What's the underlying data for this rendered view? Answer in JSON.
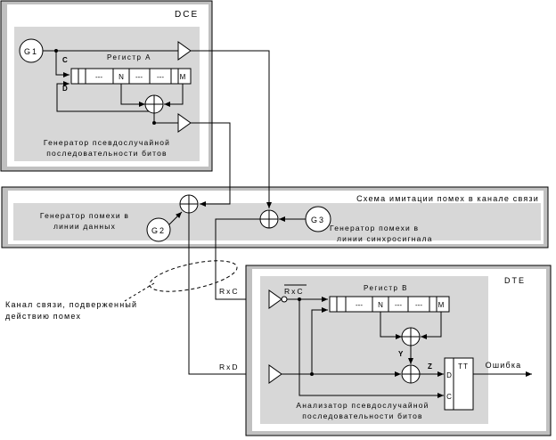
{
  "dce": {
    "title": "DCE",
    "g1": "G1",
    "register_label": "Регистр A",
    "input_c": "C",
    "input_d": "D",
    "cells": [
      "---",
      "N",
      "---",
      "---",
      "M"
    ],
    "caption_line1": "Генератор псевдослучайной",
    "caption_line2": "последовательности битов"
  },
  "channel": {
    "title": "Схема имитации помех в канале связи",
    "g2": "G2",
    "g3": "G3",
    "data_noise_line1": "Генератор помехи в",
    "data_noise_line2": "линии данных",
    "sync_noise_line1": "Генератор помехи в",
    "sync_noise_line2": "линии синхросигнала"
  },
  "link": {
    "caption_line1": "Канал связи, подверженный",
    "caption_line2": "действию помех"
  },
  "dte": {
    "title": "DTE",
    "rxc": "RxC",
    "rxc_inv": "RxC",
    "rxd": "RxD",
    "register_label": "Регистр B",
    "cells": [
      "---",
      "N",
      "---",
      "---",
      "M"
    ],
    "y_label": "Y",
    "z_label": "Z",
    "tt_label": "TT",
    "tt_d": "D",
    "tt_c": "C",
    "error_label": "Ошибка",
    "caption_line1": "Анализатор псевдослучайной",
    "caption_line2": "последовательности битов"
  },
  "colors": {
    "gray_panel": "#c0c0c0",
    "inner_panel": "#d7d7d7",
    "line": "#000000"
  }
}
